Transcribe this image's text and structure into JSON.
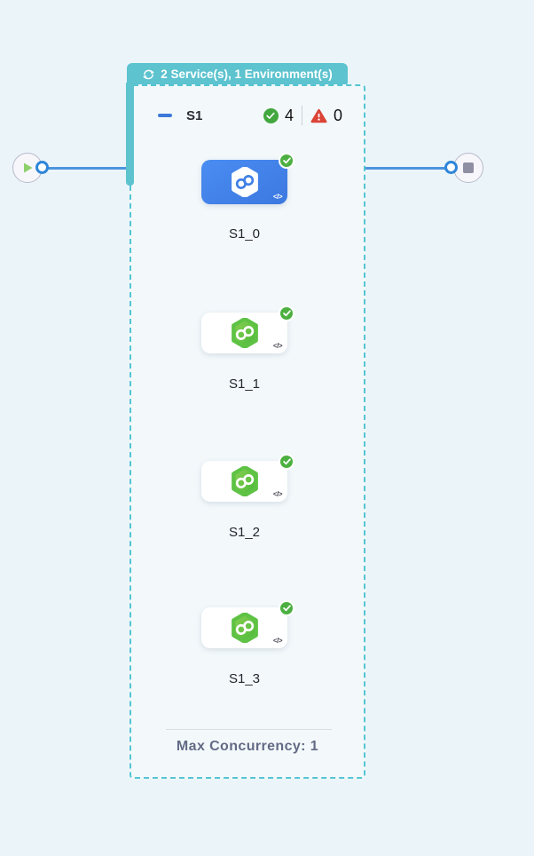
{
  "canvas": {
    "background": "#EBF5F9"
  },
  "group": {
    "badge": {
      "icon": "loop-icon",
      "label": "2 Service(s), 1 Environment(s)",
      "color": "#5CC3CF"
    },
    "border_color": "#55C4D2",
    "header": {
      "collapse_icon": "minus-icon",
      "stage_label": "S1",
      "success": {
        "icon": "check-icon",
        "count": "4",
        "color": "#42A73E"
      },
      "failed": {
        "icon": "warning-icon",
        "count": "0",
        "color": "#DB4437"
      }
    },
    "steps": [
      {
        "label": "S1_0",
        "selected": true,
        "status": "success",
        "icon": "hexagon-infinity-icon",
        "code_icon": "</>"
      },
      {
        "label": "S1_1",
        "selected": false,
        "status": "success",
        "icon": "hexagon-infinity-icon",
        "code_icon": "</>"
      },
      {
        "label": "S1_2",
        "selected": false,
        "status": "success",
        "icon": "hexagon-infinity-icon",
        "code_icon": "</>"
      },
      {
        "label": "S1_3",
        "selected": false,
        "status": "success",
        "icon": "hexagon-infinity-icon",
        "code_icon": "</>"
      }
    ],
    "footer": {
      "label": "Max Concurrency: 1"
    }
  },
  "start_node": {
    "icon": "play-icon",
    "color": "#8ED06B"
  },
  "end_node": {
    "icon": "stop-icon",
    "color": "#8E8FA2"
  },
  "colors": {
    "selected_step": "#4285EC",
    "connector": "#4D94DE",
    "success_green": "#4CB041",
    "error_red": "#DB4437"
  }
}
